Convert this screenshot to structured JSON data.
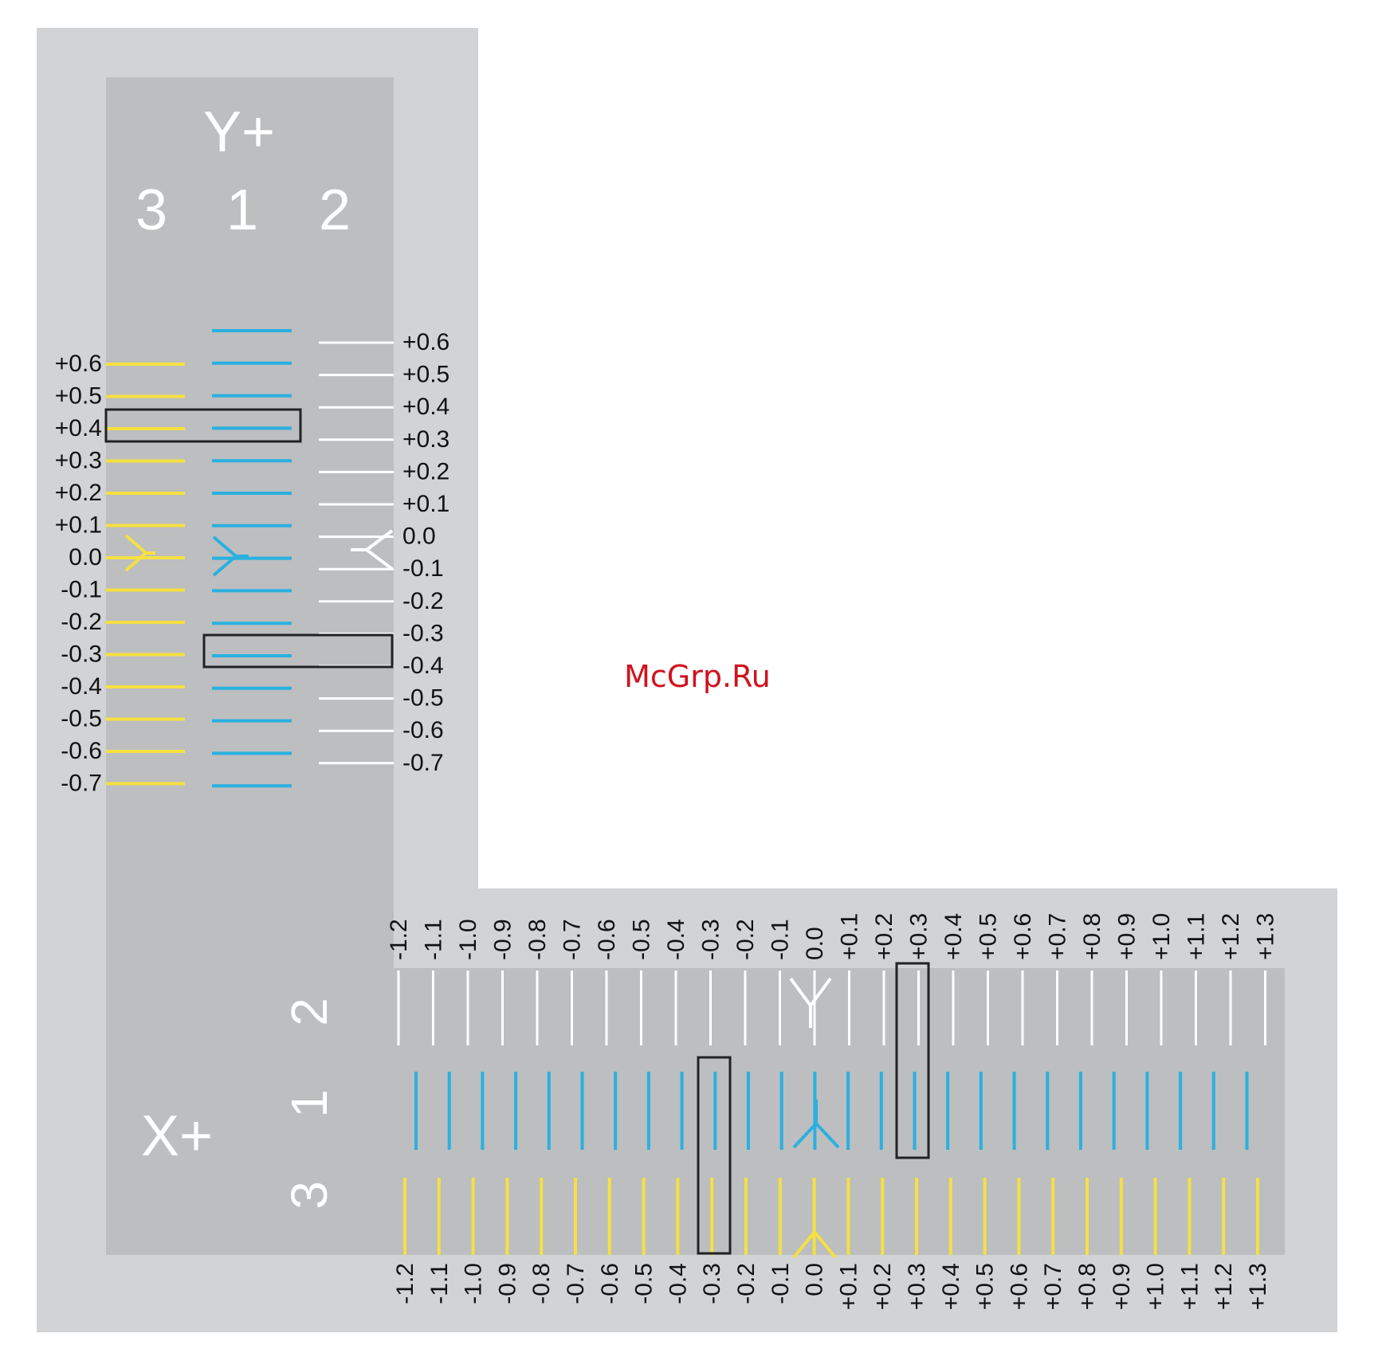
{
  "y_panel": {
    "axis_label": "Y+",
    "column_numbers": [
      "3",
      "1",
      "2"
    ],
    "left_labels": [
      "+0.6",
      "+0.5",
      "+0.4",
      "+0.3",
      "+0.2",
      "+0.1",
      "0.0",
      "-0.1",
      "-0.2",
      "-0.3",
      "-0.4",
      "-0.5",
      "-0.6",
      "-0.7"
    ],
    "right_labels": [
      "+0.6",
      "+0.5",
      "+0.4",
      "+0.3",
      "+0.2",
      "+0.1",
      "0.0",
      "-0.1",
      "-0.2",
      "-0.3",
      "-0.4",
      "-0.5",
      "-0.6",
      "-0.7"
    ],
    "blue_line_count": 15,
    "highlight_col3_col1": "+0.4",
    "highlight_col1_col2": "-0.3"
  },
  "x_panel": {
    "axis_label": "X+",
    "row_numbers": [
      "2",
      "1",
      "3"
    ],
    "top_labels": [
      "-1.2",
      "-1.1",
      "-1.0",
      "-0.9",
      "-0.8",
      "-0.7",
      "-0.6",
      "-0.5",
      "-0.4",
      "-0.3",
      "-0.2",
      "-0.1",
      "0.0",
      "+0.1",
      "+0.2",
      "+0.3",
      "+0.4",
      "+0.5",
      "+0.6",
      "+0.7",
      "+0.8",
      "+0.9",
      "+1.0",
      "+1.1",
      "+1.2",
      "+1.3"
    ],
    "bottom_labels": [
      "-1.2",
      "-1.1",
      "-1.0",
      "-0.9",
      "-0.8",
      "-0.7",
      "-0.6",
      "-0.5",
      "-0.4",
      "-0.3",
      "-0.2",
      "-0.1",
      "0.0",
      "+0.1",
      "+0.2",
      "+0.3",
      "+0.4",
      "+0.5",
      "+0.6",
      "+0.7",
      "+0.8",
      "+0.9",
      "+1.0",
      "+1.1",
      "+1.2",
      "+1.3"
    ],
    "blue_line_count": 26,
    "highlight_row2_row1": "+0.3",
    "highlight_row1_row3": "-0.3"
  },
  "watermark": "McGrp.Ru",
  "colors": {
    "outer_bg": "#d1d3d4",
    "inner_bg": "#bcbec0",
    "yellow": "#f5e042",
    "blue": "#2ab0df",
    "white": "#ffffff",
    "label_text": "#111111",
    "watermark": "#d0121f",
    "highlight_box": "#222222"
  }
}
